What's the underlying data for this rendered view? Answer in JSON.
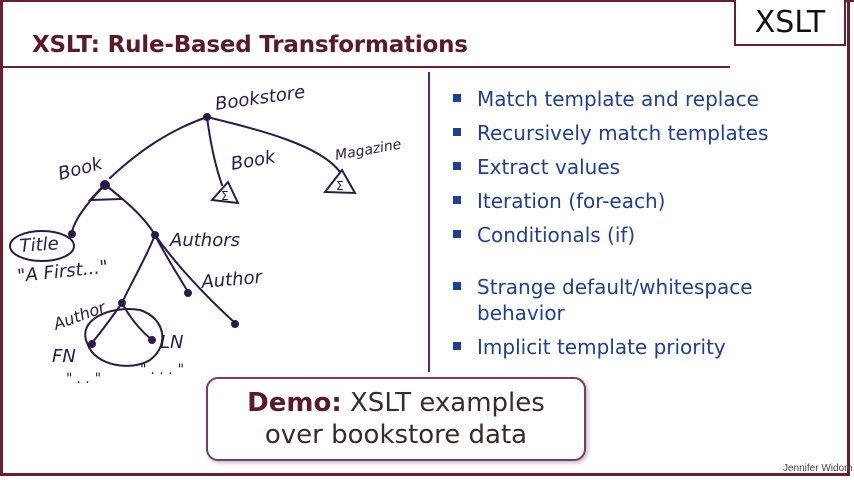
{
  "badge": "XSLT",
  "title": "XSLT: Rule-Based Transformations",
  "bullets": [
    "Match template and replace",
    "Recursively match templates",
    "Extract values",
    "Iteration (for-each)",
    "Conditionals (if)",
    "Strange default/whitespace behavior",
    "Implicit template priority"
  ],
  "demo": {
    "bold": "Demo:",
    "line1_rest": " XSLT examples",
    "line2": "over bookstore data"
  },
  "author": "Jennifer Widom",
  "tree_labels": {
    "bookstore": "Bookstore",
    "book_left": "Book",
    "book_mid": "Book",
    "magazine": "Magazine",
    "title": "Title",
    "title_value": "\"A First...\"",
    "authors": "Authors",
    "author_right": "Author",
    "author_left": "Author",
    "fn": "FN",
    "ln": "LN",
    "quotes_left": "\" . . \"",
    "quotes_right": "\" . . . \"",
    "tri_mid": "Σ",
    "tri_right": "Σ"
  },
  "colors": {
    "frame": "#6b1e2e",
    "title": "#5a1a28",
    "bullet_text": "#1f3f92",
    "ink": "#2a1a4a"
  }
}
